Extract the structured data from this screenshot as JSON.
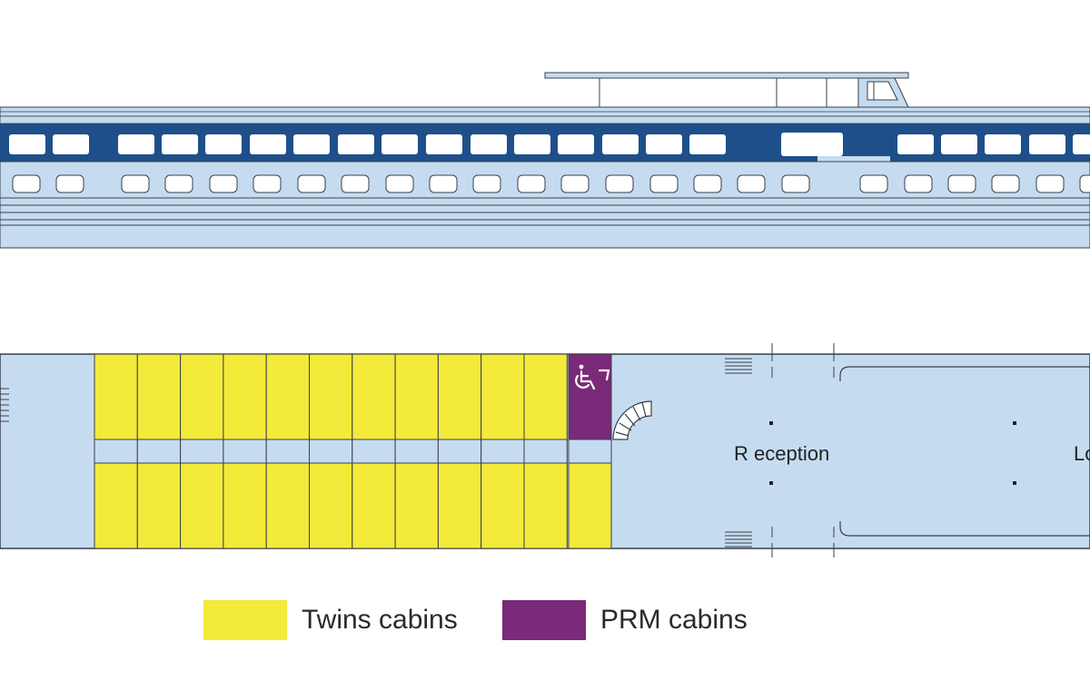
{
  "colors": {
    "hull_light": "#c5dcf0",
    "hull_dark": "#1f4f8a",
    "outline": "#3a3f4a",
    "window": "#ffffff",
    "twin_cabin": "#f3ea3a",
    "prm_cabin": "#7a2a78",
    "deck_floor": "#c5dcf0"
  },
  "deck_plan": {
    "rooms": {
      "reception": "R eception",
      "lounge_partial": "Lo"
    },
    "accessible_icon": "wheelchair-icon"
  },
  "legend": {
    "items": [
      {
        "id": "twin",
        "label": "Twins cabins",
        "color": "#f3ea3a"
      },
      {
        "id": "prm",
        "label": "PRM cabins",
        "color": "#7a2a78"
      }
    ]
  }
}
